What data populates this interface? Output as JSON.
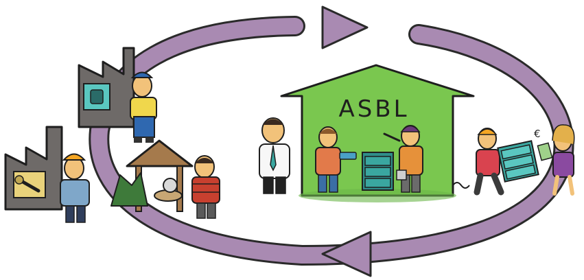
{
  "house": {
    "label": "ASBL"
  },
  "currency": {
    "symbol": "€"
  },
  "colors": {
    "cycle_arrow": "#a98ab2",
    "house_green": "#7ac74f",
    "factory_gray": "#6e6a68",
    "furniture_teal": "#3aa7a0",
    "outline": "#1e1e1e"
  },
  "icons": [
    "circular-cycle-arrow",
    "factory",
    "sawmill",
    "house",
    "worker",
    "dresser",
    "money"
  ]
}
